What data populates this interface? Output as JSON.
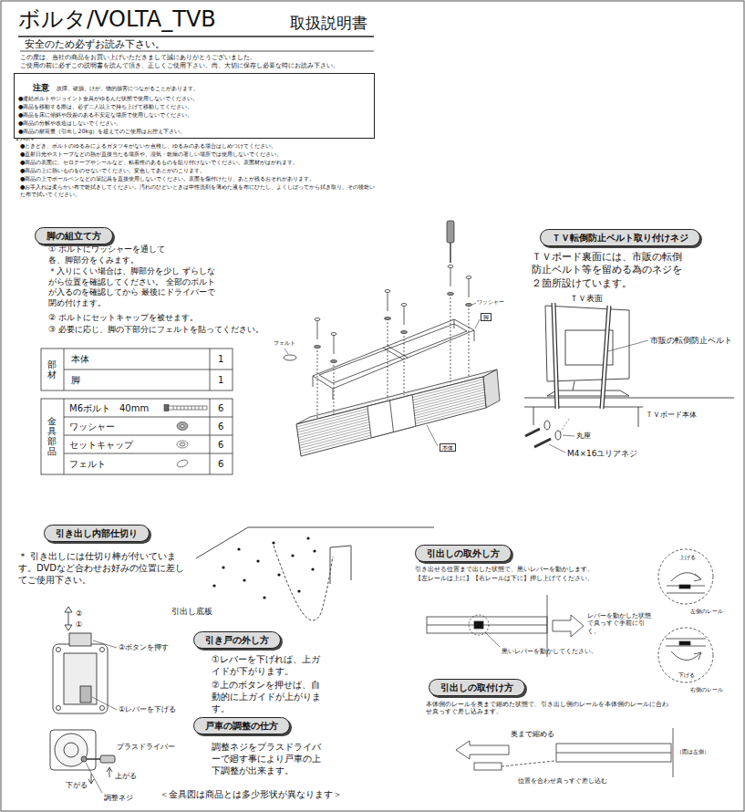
{
  "diagram": {
    "title": "ボルタ/VOLTA_TVB",
    "nodes": [
      {
        "text": [
          "注意",
          "故障、破損、けが、物的損害につながることがあります。",
          "●連結ボルトやジョイント金具がゆるんだ状態で使用しないでください。",
          "●商品を移動する際は、必ず二人以上で持ち上げて移動してください。",
          "●商品を床に傾斜や段差のある不安定な場所で使用しないでください。",
          "●商品の分解や改造はしないでください。",
          "●商品の耐荷重（引出し20kg）を超えてのご使用はお控え下さい。"
        ]
      },
      {
        "text": [
          "脚の組立て方"
        ]
      },
      {
        "text": [
          "ＴＶ転倒防止ベルト取り付けネジ"
        ]
      },
      {
        "text": [
          "引き出し内部仕切り"
        ]
      },
      {
        "text": [
          "引出しの取外し方"
        ]
      },
      {
        "text": [
          "引き戸の外し方"
        ]
      },
      {
        "text": [
          "戸車の調整の仕方"
        ]
      },
      {
        "text": [
          "引出しの取付け方"
        ]
      }
    ],
    "labels": [
      "取扱説明書",
      "安全のため必ずお読み下さい。",
      "この度は、当社の商品をお買い上げいただきまして誠にありがとうございました。",
      "ご使用の前に必ずこの説明書を読んで頂き、正しくご使用下さい。尚、大切に保存し必要な時にお読み下さい。",
      "お願い",
      "●ときどき、ボルトのゆるみによるガタツキがないか点検し、ゆるみのある場合はしめつけてください。",
      "●直射日光やストーブなどの熱が直接当たる場所や、湿気・乾燥の著しい場所では使用しないでください。",
      "●商品の表面に、セロテープやシールなど、粘着性のあるものを貼り付けないでください。表面材がはがれます。",
      "●商品の上に熱いものをのせないでください。変色してあとがのこります。",
      "●商品の上でボールペンなどの筆記具を直接使用しないでください。表面を傷付けたり、あとが残るおそれがあります。",
      "●お手入れは柔らかい布で乾拭きしてください。汚れのひどいときは中性洗剤を薄めた液を布にひたし、よくしぼってから拭き取り、その後乾いた布で拭いてください。",
      "① ボルトにワッシャーを通して 各、脚部分をくみます。",
      "＊入りにくい場合は、脚部分を少し ずらしながら位置を確認してください。 全部のボルトが入るのを確認してから 最後にドライバーで閉め付けます。",
      "② ボルトにセットキャップを被せます。",
      "③ 必要に応じ、脚の下部分にフェルトを貼ってください。",
      "部材",
      "本体",
      "1",
      "脚",
      "1",
      "金具部品",
      "M6ボルト　40mm",
      "6",
      "ワッシャー",
      "6",
      "セットキャップ",
      "6",
      "フェルト",
      "6",
      "ワッシャー",
      "脚",
      "フェルト",
      "本体",
      "ＴＶボード裏面には、市販の転倒防止ベルト等を留める為のネジを２箇所設けています。",
      "ＴＶ表面",
      "市販の転倒防止ベルト",
      "ＴＶボード本体",
      "丸座",
      "M4×16ユリアネジ",
      "＊ 引き出しには仕切り棒が付いています。DVDなど合わせお好みの位置に差してご使用下さい。",
      "引出し底板",
      "②",
      "①",
      "②ボタンを押す",
      "①レバーを下げる",
      "①レバーを下げれば、上ガイドが下がります。",
      "②上のボタンを押せば、自動的に上ガイドが上がります。",
      "調整ネジをプラスドライバーで廻す事により戸車の上下調整が出来ます。",
      "プラスドライバー",
      "上がる",
      "下がる",
      "調整ネジ",
      "＜金具図は商品とは多少形状が異なります＞",
      "引き出せる位置まで出した状態で、黒いレバーを動かします。",
      "【左レールは上に】【右レールは下に】押し上げてください。",
      "レバーを動かした状態で真っすぐ手前に引く。",
      "黒いレバーを動かしてください。",
      "上げる",
      "左側のレール",
      "下げる",
      "右側のレール",
      "本体側のレールを奥まで縮めた状態で、引き出し側のレールを本体側のレールに合わせ真っすぐ差し込みます。",
      "奥まで縮める",
      "（図は左側）",
      "位置を合わせ真っすぐ差し込む"
    ]
  }
}
